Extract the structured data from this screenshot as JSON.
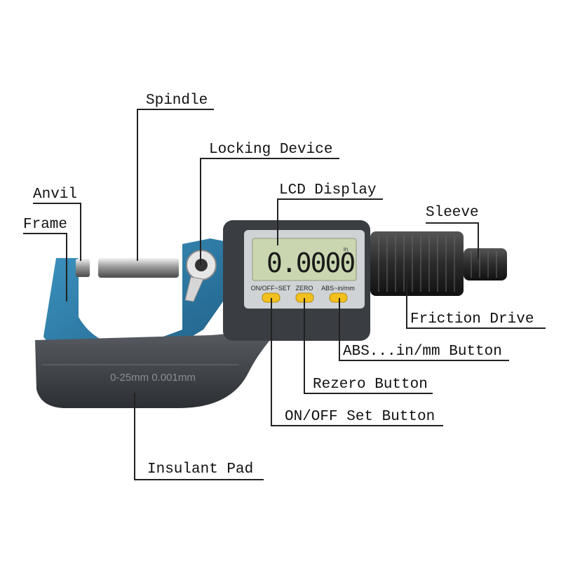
{
  "labels": {
    "spindle": "Spindle",
    "locking_device": "Locking Device",
    "lcd_display": "LCD Display",
    "anvil": "Anvil",
    "frame": "Frame",
    "sleeve": "Sleeve",
    "friction_drive": "Friction Drive",
    "abs_button": "ABS...in/mm Button",
    "rezero_button": "Rezero Button",
    "onoff_button": "ON/OFF Set Button",
    "insulant_pad": "Insulant Pad"
  },
  "device": {
    "lcd_reading": "0.0000",
    "lcd_unit": "in",
    "button_onoff": "ON/OFF~SET",
    "button_zero": "ZERO",
    "button_abs": "ABS~in/mm",
    "frame_marking": "0-25mm  0.001mm"
  },
  "colors": {
    "frame_blue": "#2f7fa8",
    "body_dark": "#3a3d42",
    "lcd_green": "#c9d6b0",
    "button_yellow": "#f2c01e"
  }
}
